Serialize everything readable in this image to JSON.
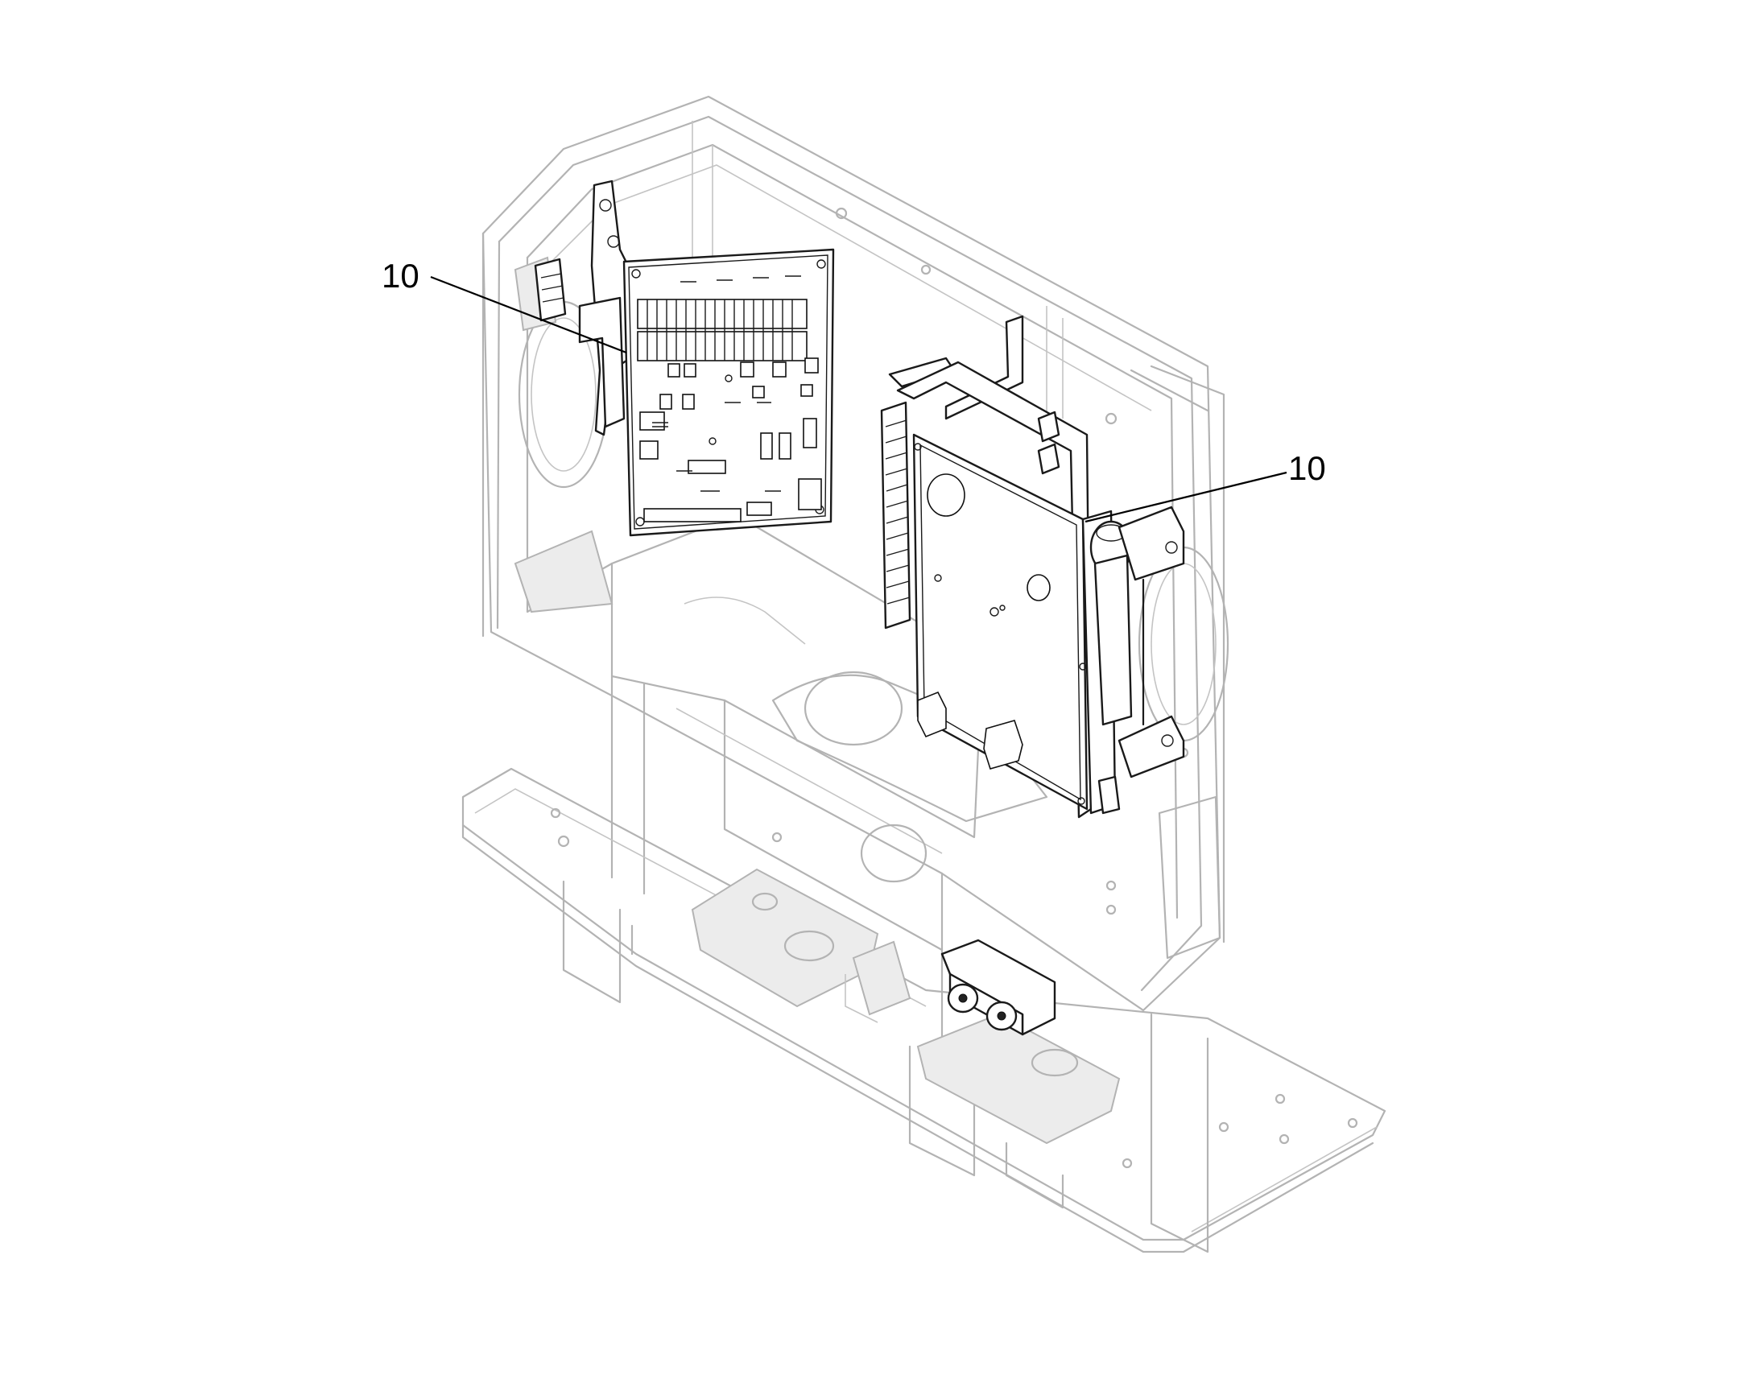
{
  "figure": {
    "callouts": [
      {
        "id": "left-board",
        "label": "10"
      },
      {
        "id": "right-board",
        "label": "10"
      }
    ]
  }
}
